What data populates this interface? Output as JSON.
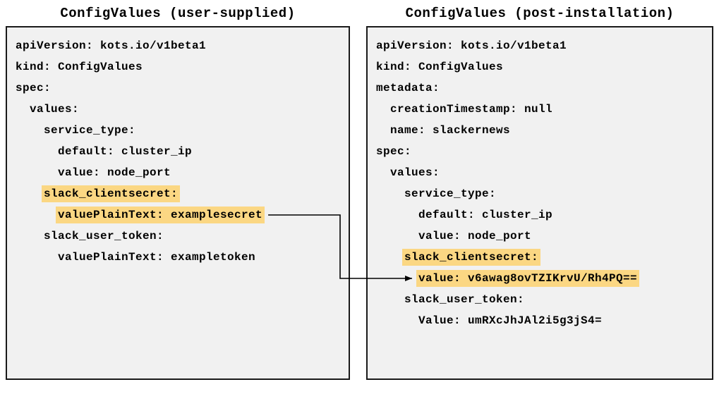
{
  "colors": {
    "highlight": "#fbd783",
    "panel_background": "#f1f1f1",
    "border": "#1a1a1a",
    "arrow": "#000000"
  },
  "panels": [
    {
      "id": "user-supplied",
      "title": "ConfigValues (user-supplied)",
      "lines": [
        {
          "text": "apiVersion: kots.io/v1beta1",
          "highlight": false
        },
        {
          "text": "kind: ConfigValues",
          "highlight": false
        },
        {
          "text": "spec:",
          "highlight": false
        },
        {
          "text": "  values:",
          "highlight": false
        },
        {
          "text": "    service_type:",
          "highlight": false
        },
        {
          "text": "      default: cluster_ip",
          "highlight": false
        },
        {
          "text": "      value: node_port",
          "highlight": false
        },
        {
          "text": "    slack_clientsecret:",
          "highlight": true
        },
        {
          "text": "      valuePlainText: examplesecret",
          "highlight": true
        },
        {
          "text": "    slack_user_token:",
          "highlight": false
        },
        {
          "text": "      valuePlainText: exampletoken",
          "highlight": false
        }
      ]
    },
    {
      "id": "post-installation",
      "title": "ConfigValues (post-installation)",
      "lines": [
        {
          "text": "apiVersion: kots.io/v1beta1",
          "highlight": false
        },
        {
          "text": "kind: ConfigValues",
          "highlight": false
        },
        {
          "text": "metadata:",
          "highlight": false
        },
        {
          "text": "  creationTimestamp: null",
          "highlight": false
        },
        {
          "text": "  name: slackernews",
          "highlight": false
        },
        {
          "text": "spec:",
          "highlight": false
        },
        {
          "text": "  values:",
          "highlight": false
        },
        {
          "text": "    service_type:",
          "highlight": false
        },
        {
          "text": "      default: cluster_ip",
          "highlight": false
        },
        {
          "text": "      value: node_port",
          "highlight": false
        },
        {
          "text": "    slack_clientsecret:",
          "highlight": true
        },
        {
          "text": "      value: v6awag8ovTZIKrvU/Rh4PQ==",
          "highlight": true
        },
        {
          "text": "    slack_user_token:",
          "highlight": false
        },
        {
          "text": "      Value: umRXcJhJAl2i5g3jS4=",
          "highlight": false
        }
      ]
    }
  ],
  "arrow": {
    "from": "valuePlainText: examplesecret",
    "to": "value: v6awag8ovTZIKrvU/Rh4PQ=="
  }
}
